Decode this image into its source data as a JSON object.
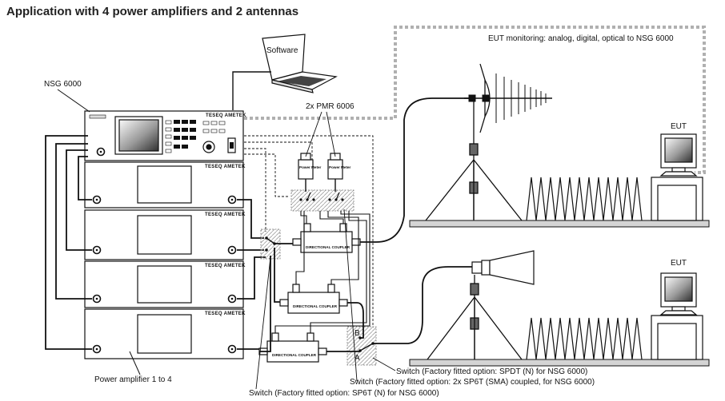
{
  "title": "Application with 4 power amplifiers and 2 antennas",
  "labels": {
    "software": "Software",
    "nsg": "NSG 6000",
    "pmr": "2x PMR 6006",
    "eut_monitoring": "EUT monitoring: analog, digital, optical to NSG 6000",
    "eut_top": "EUT",
    "eut_bottom": "EUT",
    "amplifiers": "Power amplifier 1 to 4",
    "switch_spdt": "Switch (Factory fitted option: SPDT (N) for NSG 6000)",
    "switch_sp6t_sma": "Switch (Factory fitted option: 2x SP6T (SMA) coupled, for NSG 6000)",
    "switch_sp6t_n": "Switch (Factory fitted option: SP6T (N) for NSG 6000)",
    "port_a": "A",
    "port_b": "B",
    "coupler": "DIRECTIONAL COUPLER",
    "brand": "TESEQ AMETEK",
    "power_meter": "Power Meter"
  },
  "colors": {
    "line": "#111111",
    "monitor_dash": "#b0b0b0",
    "switch_fill": "#e2e2e2",
    "floor": "#d4d4d4"
  }
}
